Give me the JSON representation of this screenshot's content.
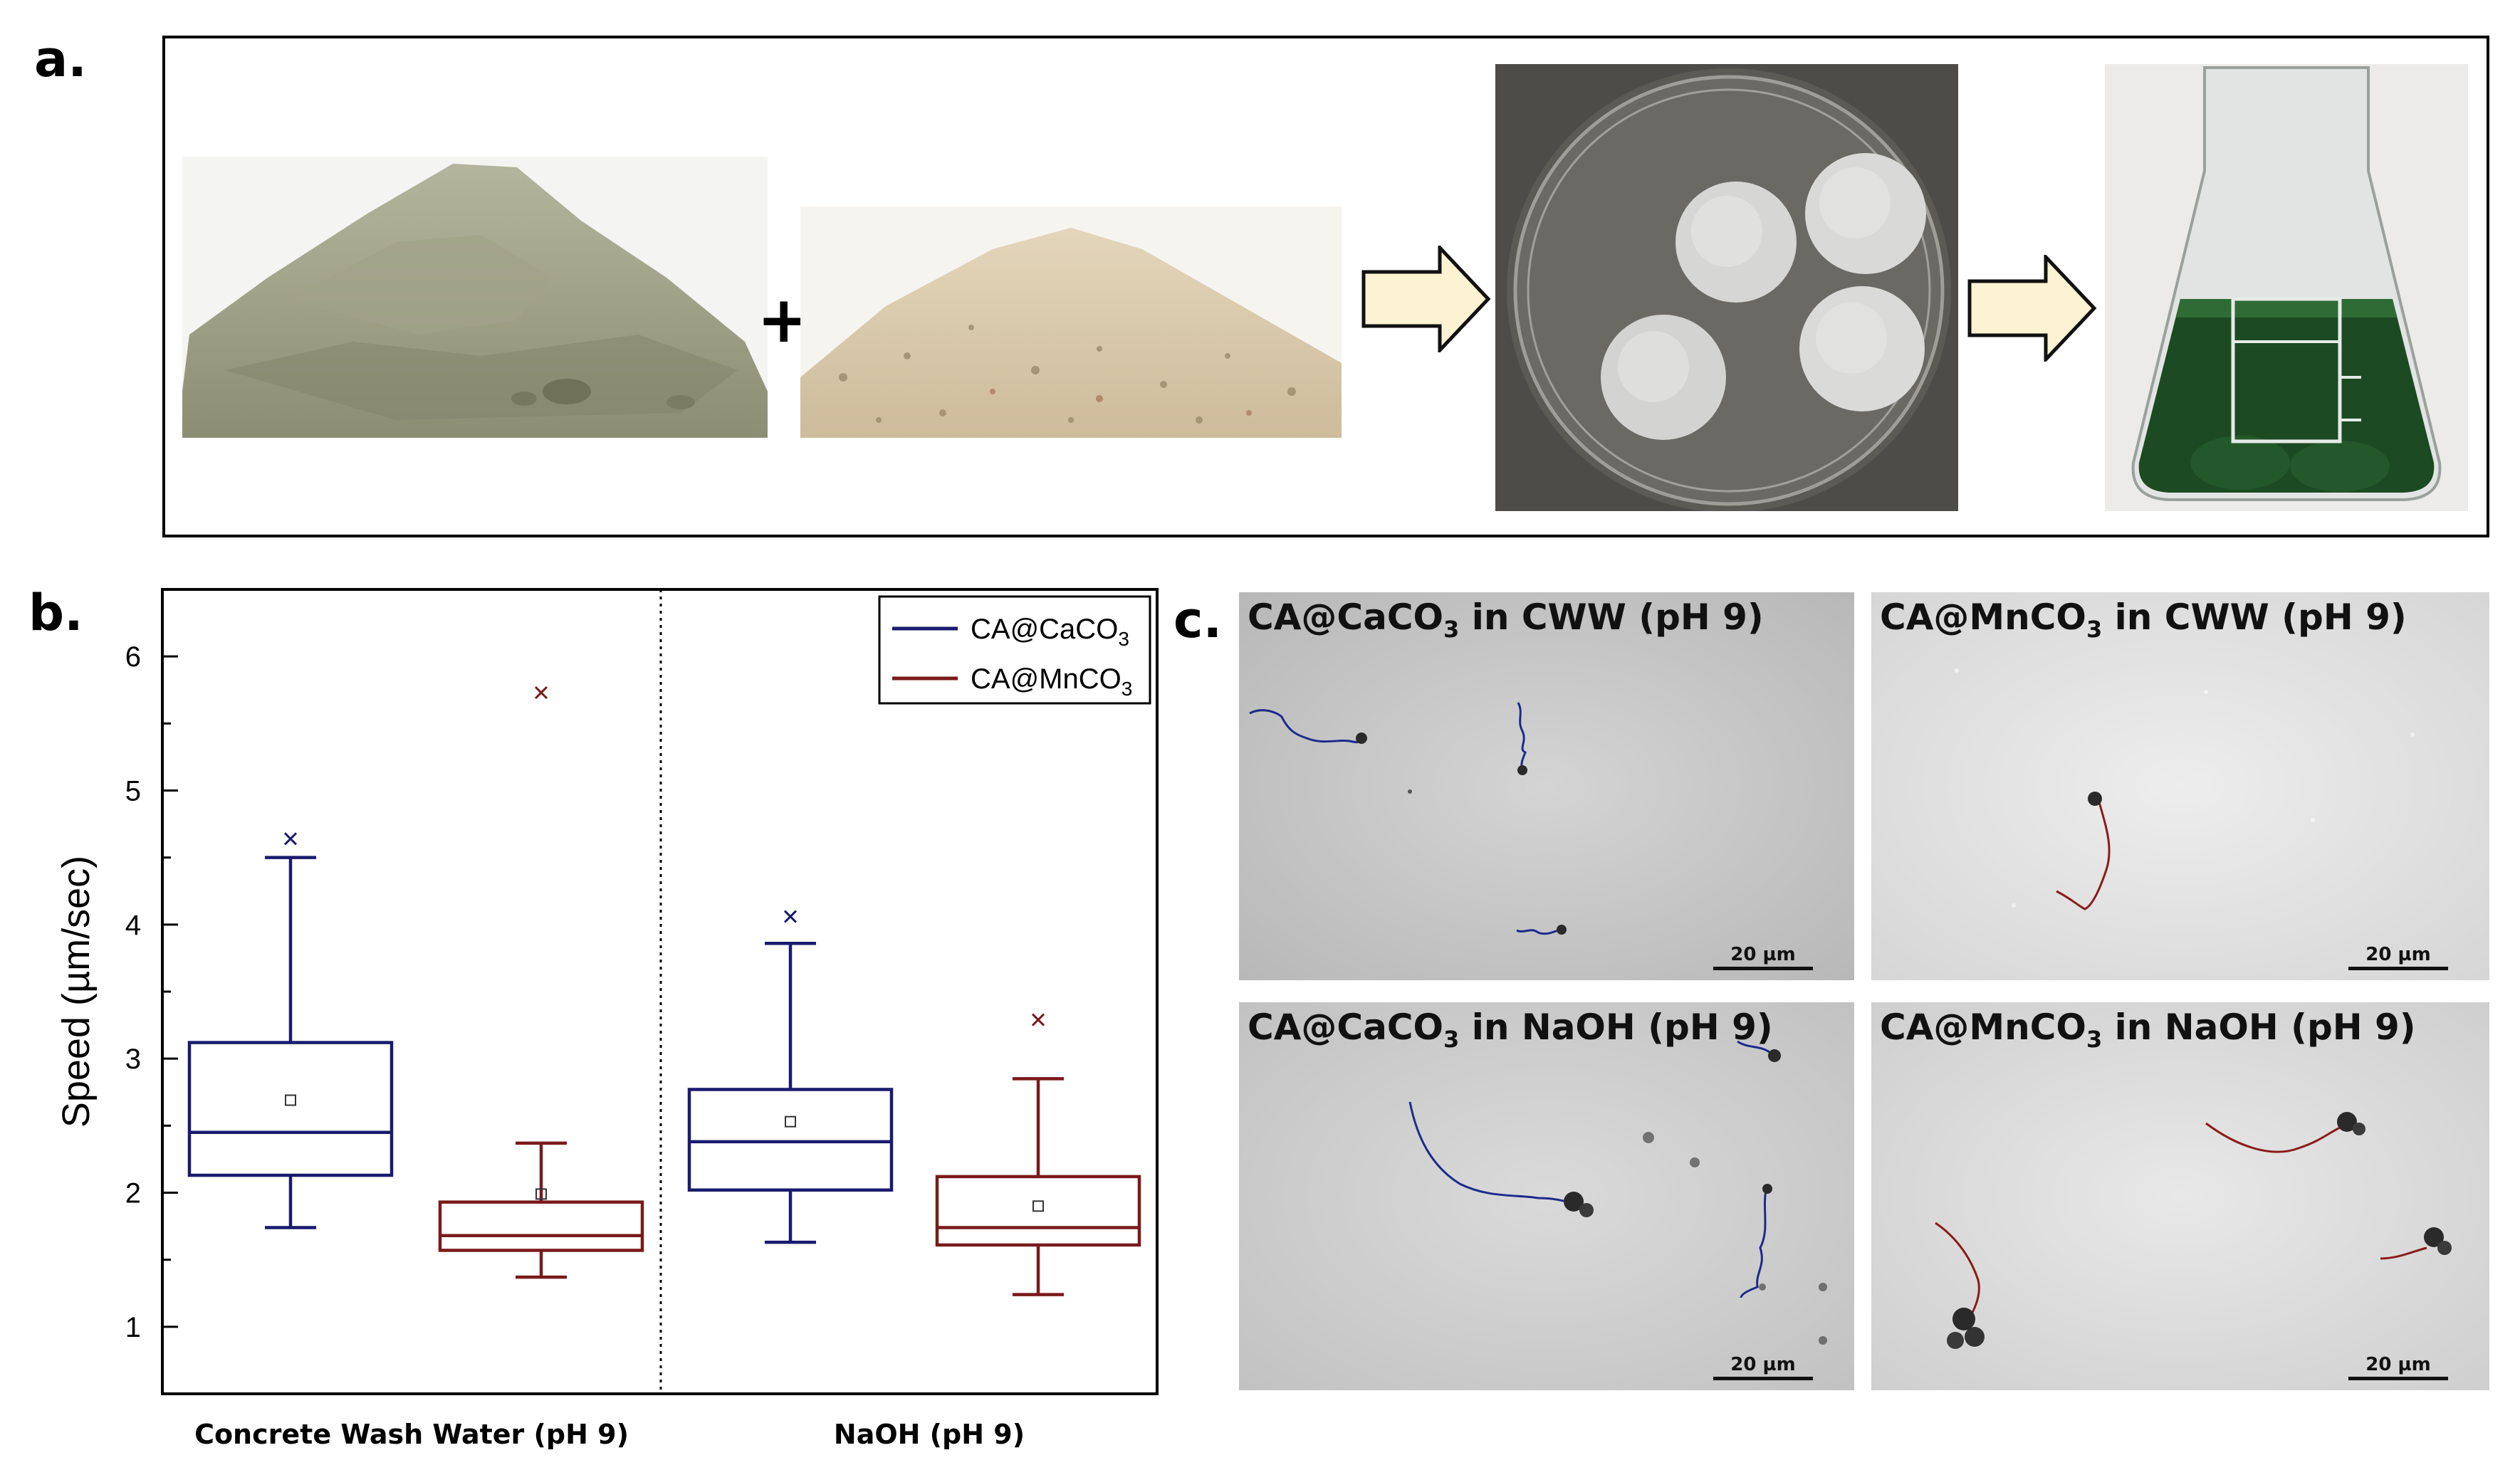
{
  "panel_labels": {
    "a": "a.",
    "b": "b.",
    "c": "c."
  },
  "panel_a": {
    "plus_sign": "+",
    "arrow_color": "#fdf2d2",
    "liquid_color": "#1c4a22"
  },
  "chart_data": {
    "type": "box",
    "ylabel": "Speed (µm/sec)",
    "ylim": [
      0.5,
      6.5
    ],
    "yticks": [
      1,
      2,
      3,
      4,
      5,
      6
    ],
    "ytick_labels": [
      "1",
      "2",
      "3",
      "4",
      "5",
      "6"
    ],
    "groups": [
      "Concrete Wash Water (pH 9)",
      "NaOH (pH 9)"
    ],
    "series": [
      {
        "name": "CA@CaCO3",
        "color": "#1a1a6e",
        "boxes": [
          {
            "group": "Concrete Wash Water (pH 9)",
            "whisker_low": 1.74,
            "q1": 2.13,
            "median": 2.45,
            "q3": 3.12,
            "whisker_high": 4.5,
            "mean": 2.69,
            "outliers": [
              4.64
            ]
          },
          {
            "group": "NaOH (pH 9)",
            "whisker_low": 1.63,
            "q1": 2.02,
            "median": 2.38,
            "q3": 2.77,
            "whisker_high": 3.86,
            "mean": 2.53,
            "outliers": [
              4.06
            ]
          }
        ]
      },
      {
        "name": "CA@MnCO3",
        "color": "#7a1a1a",
        "boxes": [
          {
            "group": "Concrete Wash Water (pH 9)",
            "whisker_low": 1.37,
            "q1": 1.57,
            "median": 1.68,
            "q3": 1.93,
            "whisker_high": 2.37,
            "mean": 1.99,
            "outliers": [
              5.73
            ]
          },
          {
            "group": "NaOH (pH 9)",
            "whisker_low": 1.24,
            "q1": 1.61,
            "median": 1.74,
            "q3": 2.12,
            "whisker_high": 2.85,
            "mean": 1.9,
            "outliers": [
              3.29
            ]
          }
        ]
      }
    ],
    "legend": {
      "placement": "top-right",
      "entries": [
        {
          "base": "CA@CaCO",
          "sub": "3",
          "color": "#1a1a6e"
        },
        {
          "base": "CA@MnCO",
          "sub": "3",
          "color": "#7a1a1a"
        }
      ]
    },
    "divider": "dotted"
  },
  "panel_c": {
    "tiles": [
      {
        "title_base": "CA@CaCO",
        "title_sub": "3",
        "title_rest": " in CWW (pH 9)",
        "scale": "20 µm",
        "track_color": "#1e2a8c"
      },
      {
        "title_base": "CA@MnCO",
        "title_sub": "3",
        "title_rest": " in CWW (pH 9)",
        "scale": "20 µm",
        "track_color": "#8a1b1b"
      },
      {
        "title_base": "CA@CaCO",
        "title_sub": "3",
        "title_rest": " in NaOH (pH 9)",
        "scale": "20 µm",
        "track_color": "#1e2a8c"
      },
      {
        "title_base": "CA@MnCO",
        "title_sub": "3",
        "title_rest": " in NaOH (pH 9)",
        "scale": "20 µm",
        "track_color": "#8a1b1b"
      }
    ]
  }
}
